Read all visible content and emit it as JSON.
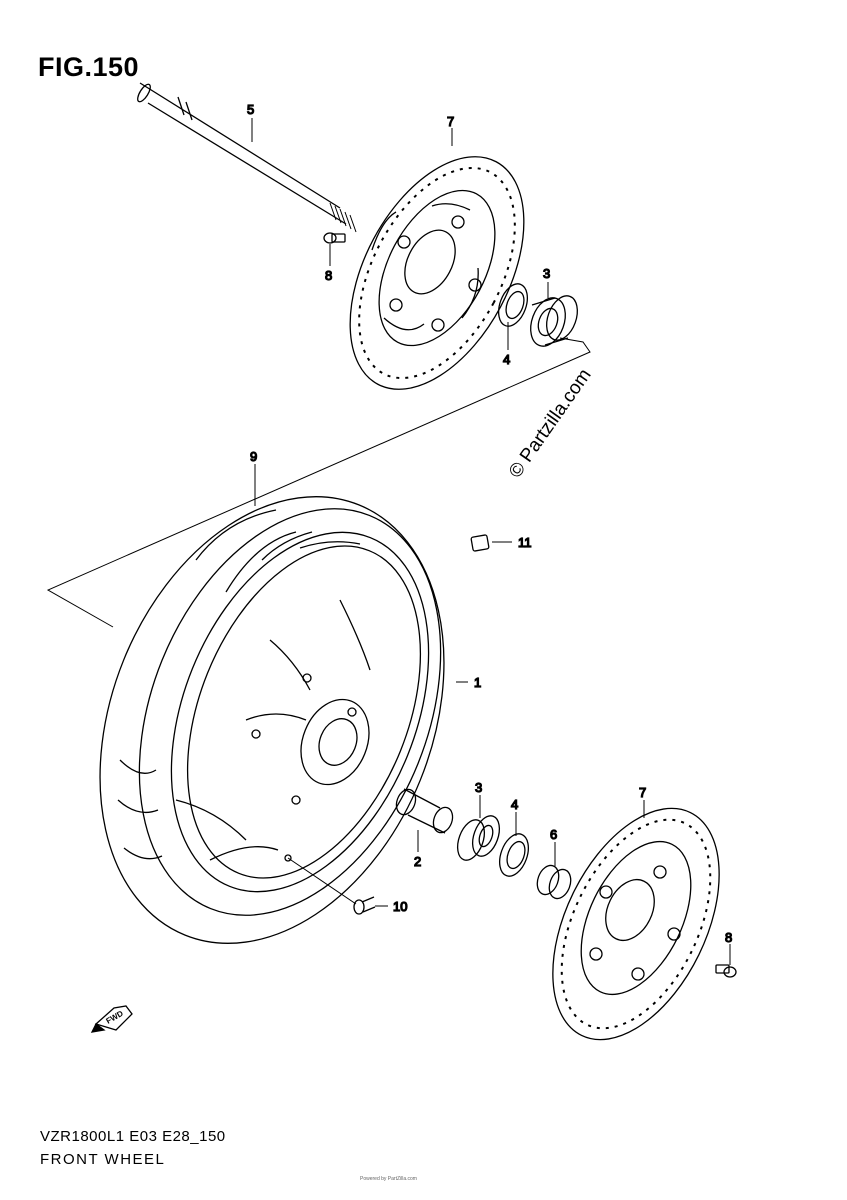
{
  "title": "FIG.150",
  "footer": {
    "model_code": "VZR1800L1 E03 E28_150",
    "section_name": "FRONT WHEEL",
    "small_print": "Powered by PartZilla.com"
  },
  "watermark": "© Partzilla.com",
  "fwd_label": "FWD",
  "callouts": {
    "c1": "1",
    "c2": "2",
    "c3a": "3",
    "c3b": "3",
    "c4a": "4",
    "c4b": "4",
    "c5": "5",
    "c6": "6",
    "c7a": "7",
    "c7b": "7",
    "c8a": "8",
    "c8b": "8",
    "c9": "9",
    "c10": "10",
    "c11": "11"
  },
  "colors": {
    "line": "#000000",
    "background": "#ffffff"
  }
}
